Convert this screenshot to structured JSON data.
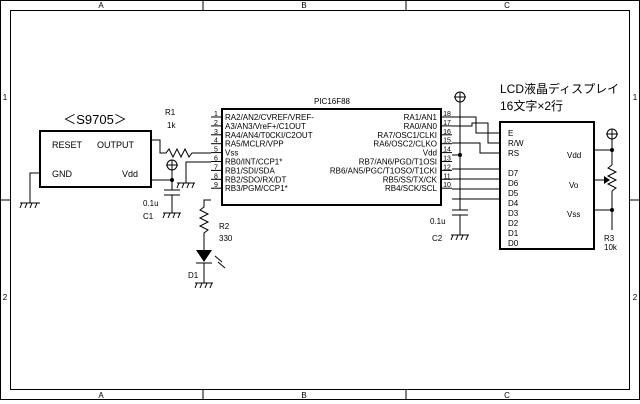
{
  "frame": {
    "columns": [
      "A",
      "B",
      "C"
    ],
    "rows": [
      "1",
      "2"
    ]
  },
  "u_reset": {
    "title": "＜S9705＞",
    "pins": [
      "RESET",
      "OUTPUT",
      "GND",
      "Vdd"
    ]
  },
  "mcu": {
    "name": "PIC16F88",
    "left_pins": [
      {
        "num": "1",
        "label": "RA2/AN2/CVREF/VREF-"
      },
      {
        "num": "2",
        "label": "A3/AN3/VreF+/C1OUT"
      },
      {
        "num": "3",
        "label": "RA4/AN4/T0CKI/C2OUT"
      },
      {
        "num": "4",
        "label": "RA5/MCLR/VPP"
      },
      {
        "num": "5",
        "label": "Vss"
      },
      {
        "num": "6",
        "label": "RB0/INT/CCP1*"
      },
      {
        "num": "7",
        "label": "RB1/SDI/SDA"
      },
      {
        "num": "8",
        "label": "RB2/SDO/RX/DT"
      },
      {
        "num": "9",
        "label": "RB3/PGM/CCP1*"
      }
    ],
    "right_pins": [
      {
        "num": "18",
        "label": "RA1/AN1"
      },
      {
        "num": "17",
        "label": "RA0/AN0"
      },
      {
        "num": "16",
        "label": "RA7/OSC1/CLKI"
      },
      {
        "num": "15",
        "label": "RA6/OSC2/CLKO"
      },
      {
        "num": "14",
        "label": "Vdd"
      },
      {
        "num": "13",
        "label": "RB7/AN6/PGD/T1OSI"
      },
      {
        "num": "12",
        "label": "RB6/AN5/PGC/T1OSO/T1CKI"
      },
      {
        "num": "11",
        "label": "RB5/SS/TX/CK"
      },
      {
        "num": "10",
        "label": "RB4/SCK/SCL"
      }
    ]
  },
  "lcd": {
    "title_line1": "LCD液晶ディスプレイ",
    "title_line2": "16文字×2行",
    "left_pins": [
      "E",
      "R/W",
      "RS",
      "D7",
      "D6",
      "D5",
      "D4",
      "D3",
      "D2",
      "D1",
      "D0"
    ],
    "right_pins": [
      "Vdd",
      "Vo",
      "Vss"
    ]
  },
  "parts": {
    "r1": {
      "ref": "R1",
      "value": "1k"
    },
    "r2": {
      "ref": "R2",
      "value": "330"
    },
    "r3": {
      "ref": "R3",
      "value": "10k"
    },
    "c1": {
      "ref": "C1",
      "value": "0.1u"
    },
    "c2": {
      "ref": "C2",
      "value": "0.1u"
    },
    "d1": {
      "ref": "D1"
    }
  }
}
